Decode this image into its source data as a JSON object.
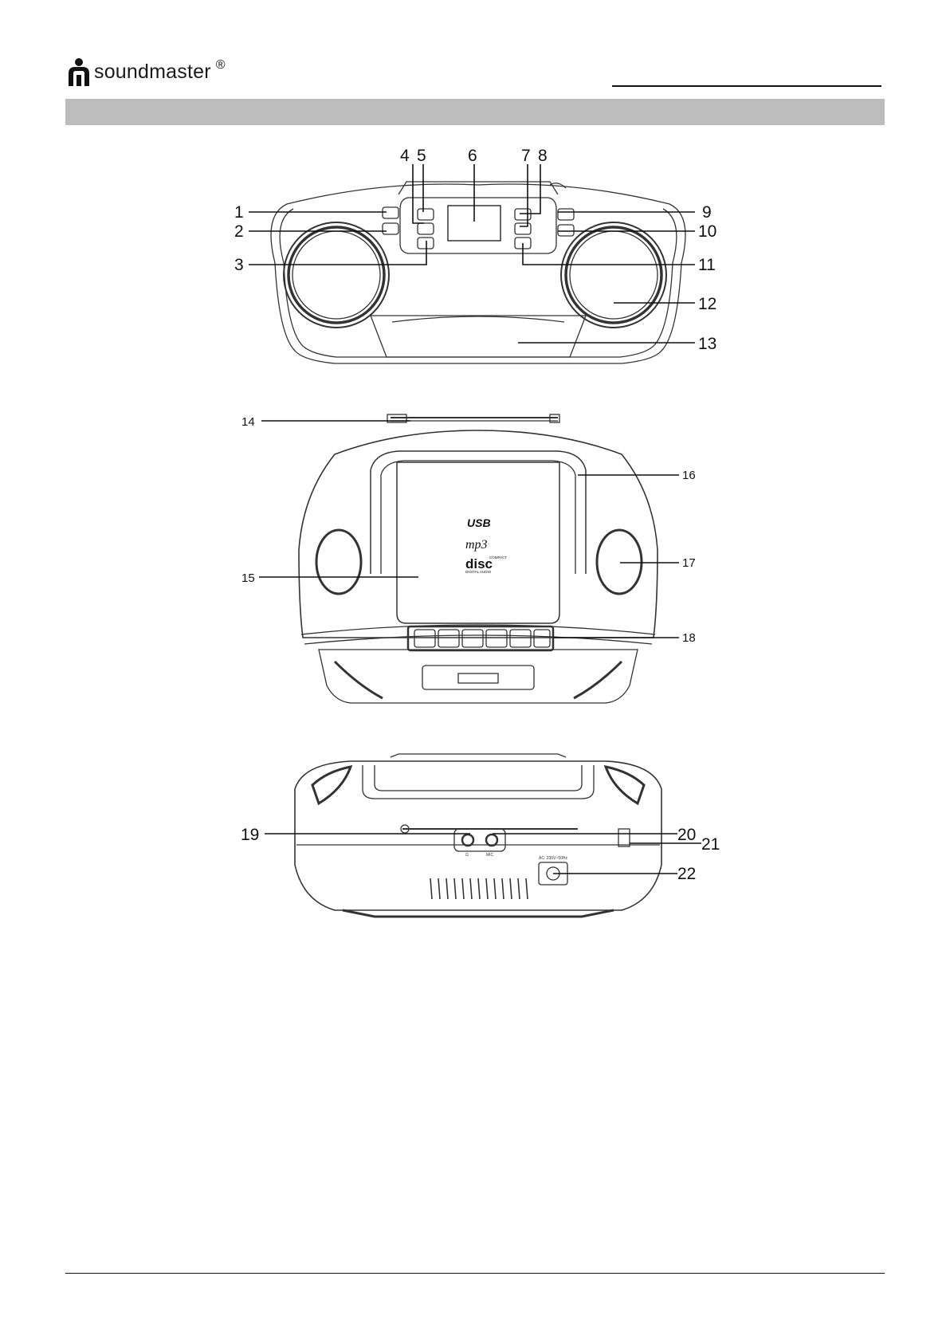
{
  "brand": {
    "name": "soundmaster",
    "registered": "®"
  },
  "front_view": {
    "callouts": [
      "1",
      "2",
      "3",
      "4",
      "5",
      "6",
      "7",
      "8",
      "9",
      "10",
      "11",
      "12",
      "13"
    ]
  },
  "top_view": {
    "callouts": [
      "14",
      "15",
      "16",
      "17",
      "18"
    ],
    "logos": [
      "USB",
      "mp3",
      "disc",
      "COMPACT",
      "DIGITAL AUDIO"
    ]
  },
  "back_view": {
    "callouts": [
      "19",
      "20",
      "21",
      "22"
    ],
    "jack_labels": [
      "Ω",
      "MIC"
    ],
    "power_label": "AC: 230V~50Hz"
  }
}
